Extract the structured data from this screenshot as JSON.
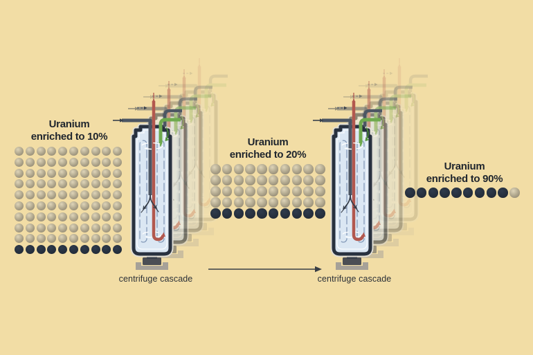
{
  "colors": {
    "background": "#f2dda5",
    "text": "#20262e",
    "light_dot": "#b5ac92",
    "dark_dot": "#232c39",
    "feed_pipe": "#4c5663",
    "enriched_pipe": "#b2584e",
    "product_pipe": "#6fa94e",
    "body_border": "#28313f",
    "body_fill": "#dbe7f3"
  },
  "enrichment_blocks": [
    {
      "title_line1": "Uranium",
      "title_line2": "enriched to 10%",
      "enrichment_percent": 10,
      "dots_total": 100,
      "dots_enriched": 10,
      "dot_rows": [
        "LLLLLLLLLL",
        "LLLLLLLLLL",
        "LLLLLLLLLL",
        "LLLLLLLLLL",
        "LLLLLLLLLL",
        "LLLLLLLLLL",
        "LLLLLLLLLL",
        "LLLLLLLLLL",
        "LLLLLLLLLL",
        "DDDDDDDDDD"
      ]
    },
    {
      "title_line1": "Uranium",
      "title_line2": "enriched to 20%",
      "enrichment_percent": 20,
      "dots_total": 50,
      "dots_enriched": 10,
      "dot_rows": [
        "LLLLLLLLLL",
        "LLLLLLLLLL",
        "LLLLLLLLLL",
        "LLLLLLLLLL",
        "DDDDDDDDDD"
      ]
    },
    {
      "title_line1": "Uranium",
      "title_line2": "enriched to 90%",
      "enrichment_percent": 90,
      "dots_total": 10,
      "dots_enriched": 9,
      "dot_rows": [
        "DDDDDDDDDL"
      ]
    }
  ],
  "centrifuge_cascades": [
    {
      "label": "centrifuge cascade"
    },
    {
      "label": "centrifuge cascade"
    }
  ],
  "icons": {
    "flow_arrow": "right-arrow"
  }
}
